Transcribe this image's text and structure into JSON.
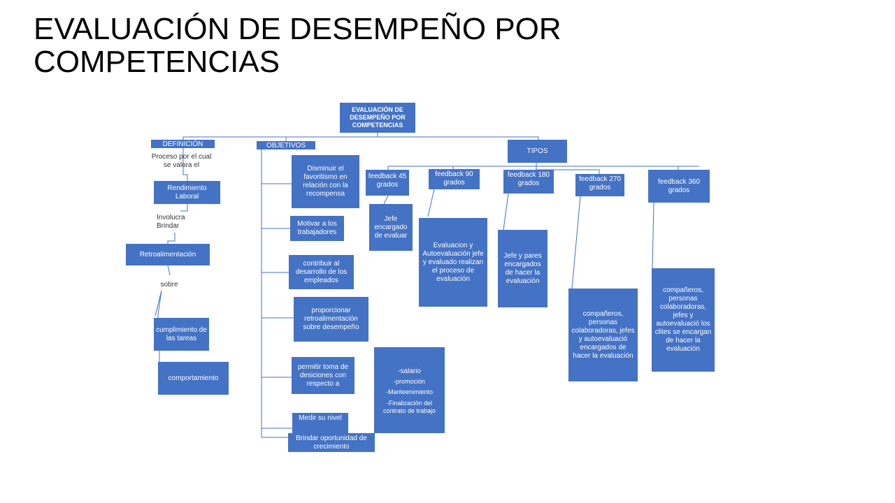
{
  "title": "EVALUACIÓN DE DESEMPEÑO POR COMPETENCIAS",
  "colors": {
    "box": "#4472C4",
    "connector": "#4472C4",
    "text_on_box": "#FFFFFF"
  },
  "root": "EVALUACIÓN DE DESEMPEÑO POR COMPETENCIAS",
  "definicion": {
    "header": "DEFINICIÓN",
    "proceso": "Proceso por el cual se valora el",
    "rendimiento": "Rendimiento Laboral",
    "involucra": "Involucra Brindar",
    "retro": "Retroalimentación",
    "sobre": "sobre",
    "cumplimiento": "cumplimiento de las tareas",
    "comportamiento": "comportamiento"
  },
  "objetivos": {
    "header": "OBJETIVOS",
    "items": [
      "Disminuir el favoritismo en relación con la recompensa",
      "Motivar a los trabajadores",
      "contribuir al desarrollo de los empleados",
      "proporcionar retroalimentación sobre desempeño",
      "permitir toma de desiciones con respecto a",
      "Medir su nivel",
      "Brindar oportunidad de crecimiento"
    ],
    "decisiones": [
      "-salario",
      "-promoción",
      "-Manteenimiento",
      "-Finalización del contrato de trabajo"
    ]
  },
  "tipos": {
    "header": "TIPOS",
    "items": [
      {
        "name": "feedback 45 grados",
        "desc": "Jefe encargado de evaluar"
      },
      {
        "name": "feedback 90 grados",
        "desc": "Evaluacion y Autoevaluación jefe y evaluado realizan el proceso de evaluación"
      },
      {
        "name": "feedback 180 grados",
        "desc": "Jefe y pares encargados de hacer la evaluación"
      },
      {
        "name": "feedback 270 grados",
        "desc": "compañeros, personas colaboradoras, jefes y autoevaluació encargados de hacer la evaluación"
      },
      {
        "name": "feedback 360 grados",
        "desc": "compañeros, personas colaboradoras, jefes y autoevaluació los clites se encargan de hacer la evaluación"
      }
    ]
  }
}
